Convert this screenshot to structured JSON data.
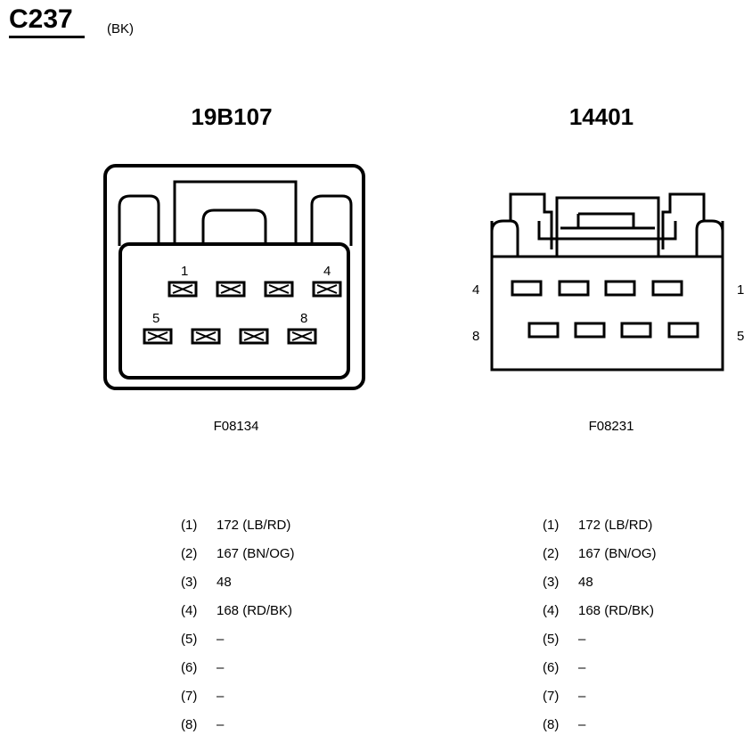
{
  "header": {
    "connector_id": "C237",
    "color_code": "(BK)"
  },
  "left_connector": {
    "part_number": "19B107",
    "figure_id": "F08134",
    "pin_labels": {
      "tl": "1",
      "tr": "4",
      "bl": "5",
      "br": "8"
    },
    "pins": [
      {
        "num": "(1)",
        "wire": "172 (LB/RD)"
      },
      {
        "num": "(2)",
        "wire": "167 (BN/OG)"
      },
      {
        "num": "(3)",
        "wire": "48"
      },
      {
        "num": "(4)",
        "wire": "168 (RD/BK)"
      },
      {
        "num": "(5)",
        "wire": "–"
      },
      {
        "num": "(6)",
        "wire": "–"
      },
      {
        "num": "(7)",
        "wire": "–"
      },
      {
        "num": "(8)",
        "wire": "–"
      }
    ]
  },
  "right_connector": {
    "part_number": "14401",
    "figure_id": "F08231",
    "pin_labels": {
      "tl": "4",
      "tr": "1",
      "bl": "8",
      "br": "5"
    },
    "pins": [
      {
        "num": "(1)",
        "wire": "172 (LB/RD)"
      },
      {
        "num": "(2)",
        "wire": "167 (BN/OG)"
      },
      {
        "num": "(3)",
        "wire": "48"
      },
      {
        "num": "(4)",
        "wire": "168 (RD/BK)"
      },
      {
        "num": "(5)",
        "wire": "–"
      },
      {
        "num": "(6)",
        "wire": "–"
      },
      {
        "num": "(7)",
        "wire": "–"
      },
      {
        "num": "(8)",
        "wire": "–"
      }
    ]
  }
}
